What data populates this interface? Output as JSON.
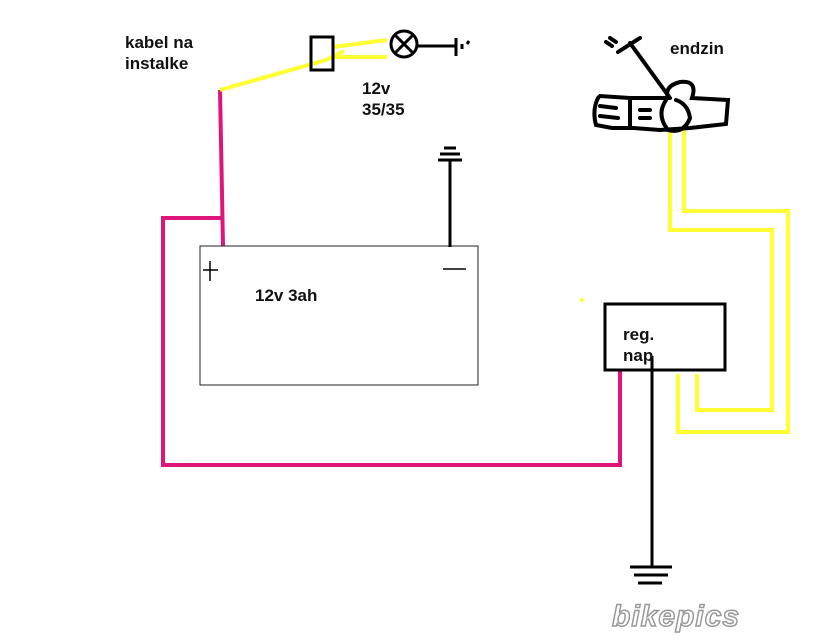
{
  "labels": {
    "cable_line1": "kabel na",
    "cable_line2": "instalke",
    "lamp_voltage": "12v",
    "lamp_power": "35/35",
    "engine": "endzin",
    "battery": "12v 3ah",
    "regulator_line1": "reg.",
    "regulator_line2": "nap"
  },
  "watermark": "bikepics",
  "colors": {
    "positive_wire": "#e0157a",
    "ac_wire": "#ffff33",
    "ground_wire": "#000000"
  }
}
